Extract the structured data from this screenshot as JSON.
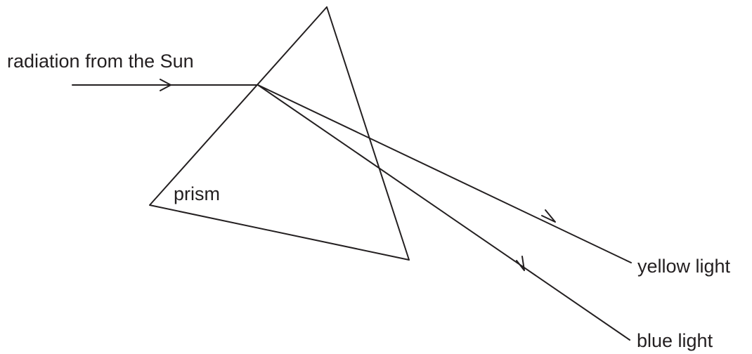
{
  "labels": {
    "source": "radiation from the Sun",
    "prism": "prism",
    "yellow": "yellow light",
    "blue": "blue light"
  },
  "colors": {
    "ink": "#231f20",
    "background": "#ffffff"
  }
}
